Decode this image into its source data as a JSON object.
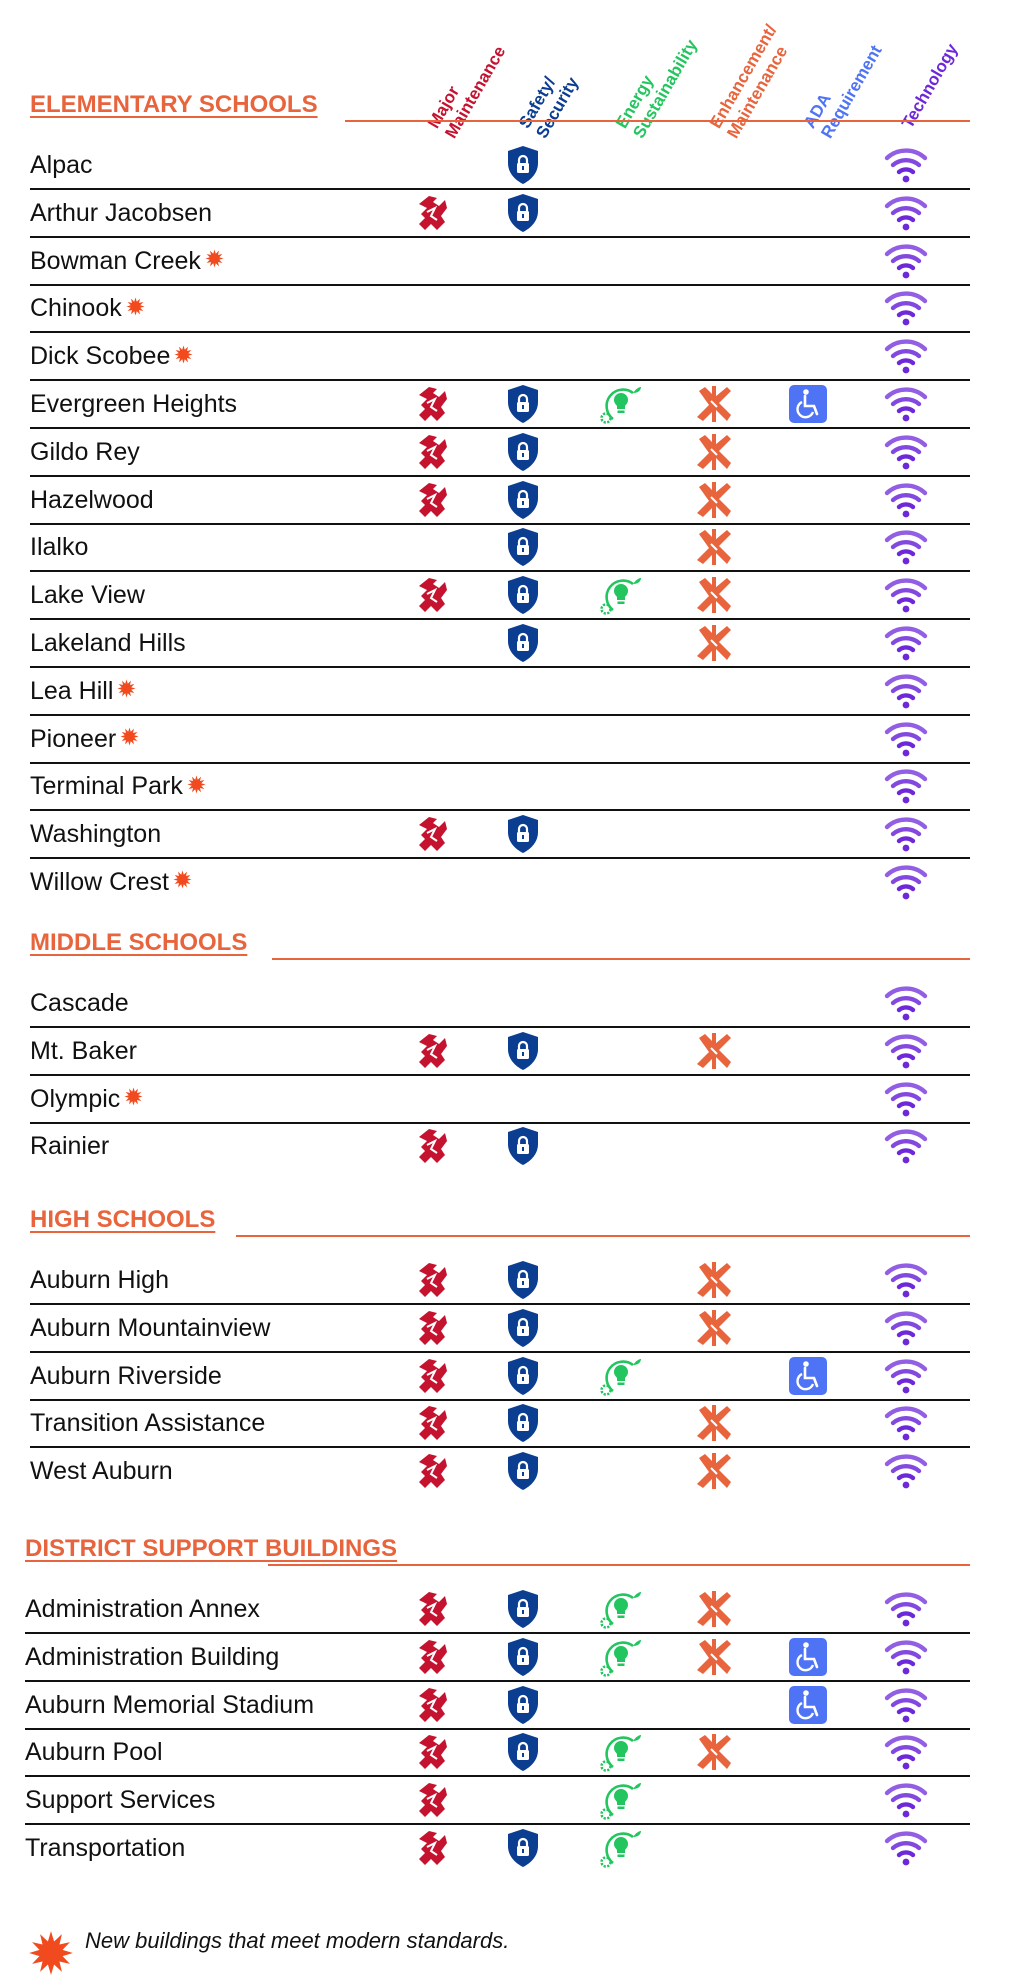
{
  "columns": [
    {
      "key": "major",
      "line1": "Major",
      "line2": "Maintenance",
      "color": "#C4122F",
      "icon": "fire-wrench-icon"
    },
    {
      "key": "safety",
      "line1": "Safety/",
      "line2": "Security",
      "color": "#0B3D91",
      "icon": "shield-lock-icon"
    },
    {
      "key": "energy",
      "line1": "Energy",
      "line2": "Sustainability",
      "color": "#22C55E",
      "icon": "eco-lightbulb-icon"
    },
    {
      "key": "enhance",
      "line1": "Enhancement/",
      "line2": "Maintenance",
      "color": "#E8643C",
      "icon": "tools-icon"
    },
    {
      "key": "ada",
      "line1": "ADA",
      "line2": "Requirement",
      "color": "#4F73F5",
      "icon": "wheelchair-icon"
    },
    {
      "key": "tech",
      "line1": "Technology",
      "line2": "",
      "color": "#6D28D9",
      "icon": "wifi-icon"
    }
  ],
  "colors": {
    "section_title": "#E8643C",
    "new_building_star": "#F04A1E",
    "row_divider": "#111111"
  },
  "sections": [
    {
      "title": "ELEMENTARY SCHOOLS",
      "rows": [
        {
          "name": "Alpac",
          "is_new": false,
          "icons": [
            "safety",
            "tech"
          ]
        },
        {
          "name": "Arthur Jacobsen",
          "is_new": false,
          "icons": [
            "major",
            "safety",
            "tech"
          ]
        },
        {
          "name": "Bowman Creek",
          "is_new": true,
          "icons": [
            "tech"
          ]
        },
        {
          "name": "Chinook",
          "is_new": true,
          "icons": [
            "tech"
          ]
        },
        {
          "name": "Dick Scobee",
          "is_new": true,
          "icons": [
            "tech"
          ]
        },
        {
          "name": "Evergreen Heights",
          "is_new": false,
          "icons": [
            "major",
            "safety",
            "energy",
            "enhance",
            "ada",
            "tech"
          ]
        },
        {
          "name": "Gildo Rey",
          "is_new": false,
          "icons": [
            "major",
            "safety",
            "enhance",
            "tech"
          ]
        },
        {
          "name": "Hazelwood",
          "is_new": false,
          "icons": [
            "major",
            "safety",
            "enhance",
            "tech"
          ]
        },
        {
          "name": "Ilalko",
          "is_new": false,
          "icons": [
            "safety",
            "enhance",
            "tech"
          ]
        },
        {
          "name": "Lake View",
          "is_new": false,
          "icons": [
            "major",
            "safety",
            "energy",
            "enhance",
            "tech"
          ]
        },
        {
          "name": "Lakeland Hills",
          "is_new": false,
          "icons": [
            "safety",
            "enhance",
            "tech"
          ]
        },
        {
          "name": "Lea Hill",
          "is_new": true,
          "icons": [
            "tech"
          ]
        },
        {
          "name": "Pioneer",
          "is_new": true,
          "icons": [
            "tech"
          ]
        },
        {
          "name": "Terminal Park",
          "is_new": true,
          "icons": [
            "tech"
          ]
        },
        {
          "name": "Washington",
          "is_new": false,
          "icons": [
            "major",
            "safety",
            "tech"
          ]
        },
        {
          "name": "Willow Crest",
          "is_new": true,
          "icons": [
            "tech"
          ]
        }
      ]
    },
    {
      "title": "MIDDLE SCHOOLS",
      "rows": [
        {
          "name": "Cascade",
          "is_new": false,
          "icons": [
            "tech"
          ]
        },
        {
          "name": "Mt. Baker",
          "is_new": false,
          "icons": [
            "major",
            "safety",
            "enhance",
            "tech"
          ]
        },
        {
          "name": "Olympic",
          "is_new": true,
          "icons": [
            "tech"
          ]
        },
        {
          "name": "Rainier",
          "is_new": false,
          "icons": [
            "major",
            "safety",
            "tech"
          ]
        }
      ]
    },
    {
      "title": "HIGH SCHOOLS",
      "rows": [
        {
          "name": "Auburn High",
          "is_new": false,
          "icons": [
            "major",
            "safety",
            "enhance",
            "tech"
          ]
        },
        {
          "name": "Auburn Mountainview",
          "is_new": false,
          "icons": [
            "major",
            "safety",
            "enhance",
            "tech"
          ]
        },
        {
          "name": "Auburn Riverside",
          "is_new": false,
          "icons": [
            "major",
            "safety",
            "energy",
            "ada",
            "tech"
          ]
        },
        {
          "name": "Transition Assistance",
          "is_new": false,
          "icons": [
            "major",
            "safety",
            "enhance",
            "tech"
          ]
        },
        {
          "name": "West Auburn",
          "is_new": false,
          "icons": [
            "major",
            "safety",
            "enhance",
            "tech"
          ]
        }
      ]
    },
    {
      "title": "DISTRICT SUPPORT BUILDINGS",
      "rows": [
        {
          "name": "Administration Annex",
          "is_new": false,
          "icons": [
            "major",
            "safety",
            "energy",
            "enhance",
            "tech"
          ]
        },
        {
          "name": "Administration Building",
          "is_new": false,
          "icons": [
            "major",
            "safety",
            "energy",
            "enhance",
            "ada",
            "tech"
          ]
        },
        {
          "name": "Auburn Memorial Stadium",
          "is_new": false,
          "icons": [
            "major",
            "safety",
            "ada",
            "tech"
          ]
        },
        {
          "name": "Auburn Pool",
          "is_new": false,
          "icons": [
            "major",
            "safety",
            "energy",
            "enhance",
            "tech"
          ]
        },
        {
          "name": "Support Services",
          "is_new": false,
          "icons": [
            "major",
            "energy",
            "tech"
          ]
        },
        {
          "name": "Transportation",
          "is_new": false,
          "icons": [
            "major",
            "safety",
            "energy",
            "tech"
          ]
        }
      ]
    }
  ],
  "legend": {
    "text": "New buildings that meet modern standards.",
    "icon": "asterisk-star-icon"
  }
}
